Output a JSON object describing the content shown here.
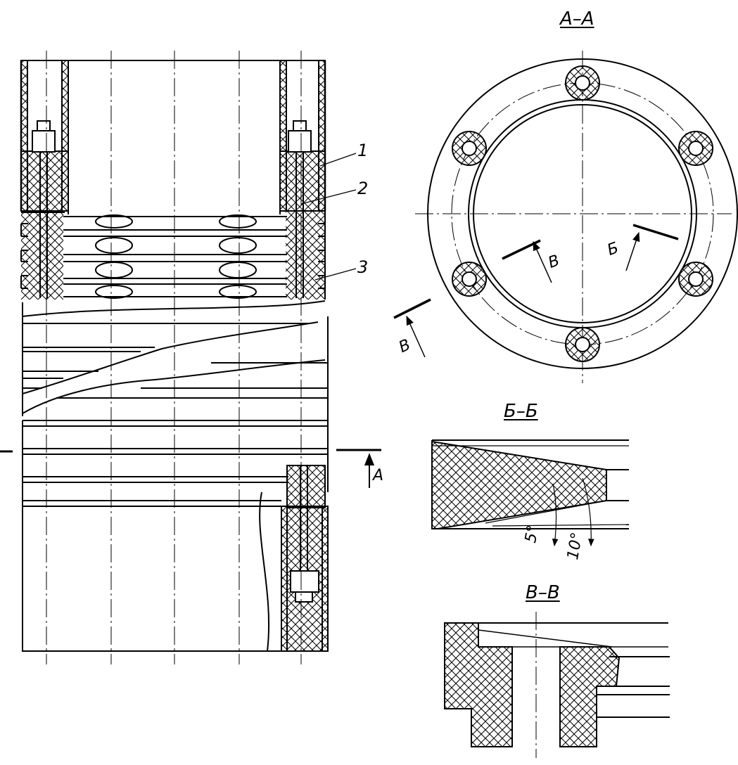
{
  "sections": {
    "aa": "А–А",
    "bb": "Б–Б",
    "vv": "В–В"
  },
  "callouts": [
    "1",
    "2",
    "3"
  ],
  "arrow_letters": {
    "a": "А",
    "b": "Б",
    "v": "В"
  },
  "angles": {
    "small": "5°",
    "large": "10°"
  }
}
